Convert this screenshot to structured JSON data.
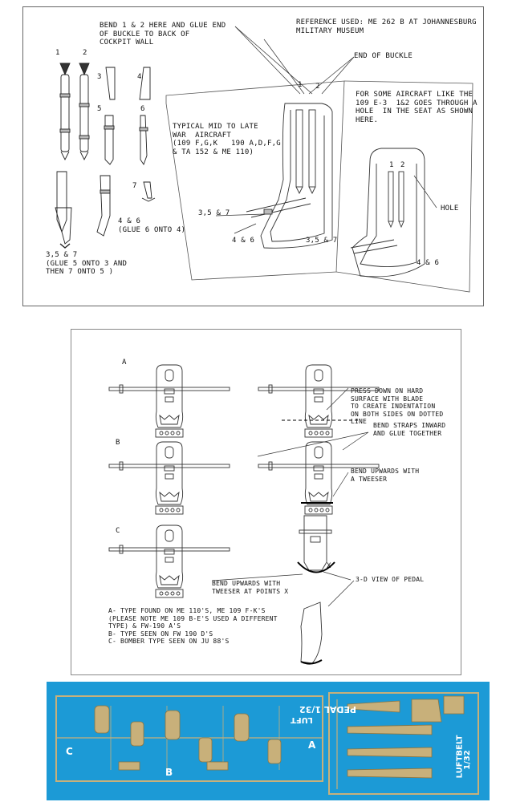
{
  "instructions": {
    "bend_text": "BEND 1 & 2 HERE AND GLUE END\nOF BUCKLE TO BACK OF\nCOCKPIT WALL",
    "reference_text": "REFERENCE USED: ME 262 B AT JOHANNESBURG\nMILITARY MUSEUM",
    "end_of_buckle": "END OF BUCKLE",
    "some_aircraft_text": "FOR SOME AIRCRAFT LIKE THE\n109 E-3  1&2 GOES THROUGH A\nHOLE  IN THE SEAT AS SHOWN\nHERE.",
    "typical_text": "TYPICAL MID TO LATE\nWAR  AIRCRAFT\n(109 F,G,K   190 A,D,F,G\n& TA 152 & ME 110)",
    "hole_label": "HOLE",
    "num_1": "1",
    "num_2": "2",
    "num_3": "3",
    "num_4": "4",
    "num_5": "5",
    "num_6": "6",
    "num_7": "7",
    "label_357": "3,5 & 7",
    "label_46": "4 & 6",
    "glue_6_text": "4 & 6\n(GLUE 6 ONTO 4)",
    "glue_5_text": "3,5 & 7\n(GLUE 5 ONTO 3 AND\nTHEN 7 ONTO 5 )",
    "pedal_a": "A",
    "pedal_b": "B",
    "pedal_c": "C",
    "press_down_text": "PRESS DOWN ON HARD\nSURFACE WITH BLADE\nTO CREATE INDENTATION\nON BOTH SIDES ON DOTTED\nLINE",
    "bend_straps_text": "BEND STRAPS INWARD\nAND GLUE TOGETHER",
    "bend_upwards_text": "BEND UPWARDS WITH\nA TWEESER",
    "bend_upwards_x_text": "BEND UPWARDS WITH\nTWEESER AT POINTS X",
    "x_label": "X",
    "view_3d": "3-D VIEW OF PEDAL",
    "types_text": "A- TYPE FOUND ON ME 110'S, ME 109 F-K'S\n(PLEASE NOTE ME 109 B-E'S USED A DIFFERENT\nTYPE) & FW-190 A'S\nB- TYPE SEEN ON FW 190 D'S\nC- BOMBER TYPE SEEN ON JU 88'S"
  },
  "fret": {
    "title": "PEDAL 1/32",
    "brand": "LUFT",
    "brand2": "LUFTBELT",
    "scale": "1/32",
    "label_a": "A",
    "label_b": "B",
    "label_c": "C"
  },
  "colors": {
    "card_blue": "#1c9ad6",
    "brass": "#c8b07a",
    "brass_dark": "#8a7440"
  }
}
